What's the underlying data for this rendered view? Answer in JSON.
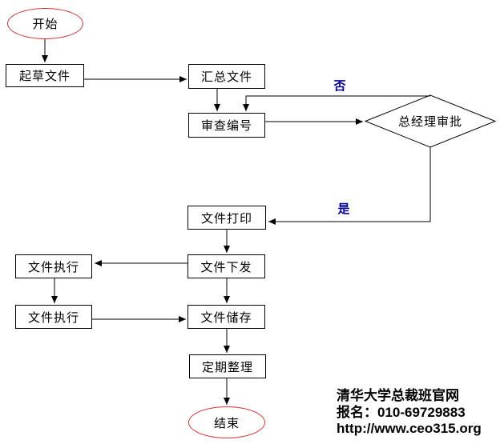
{
  "diagram": {
    "type": "flowchart",
    "language": "zh-CN"
  },
  "nodes": {
    "start": {
      "label": "开始",
      "shape": "terminal-ellipse"
    },
    "draft": {
      "label": "起草文件",
      "shape": "process-rect"
    },
    "summarize": {
      "label": "汇总文件",
      "shape": "process-rect"
    },
    "review": {
      "label": "审查编号",
      "shape": "process-rect"
    },
    "approval": {
      "label": "总经理审批",
      "shape": "decision-diamond"
    },
    "print": {
      "label": "文件打印",
      "shape": "process-rect"
    },
    "distribute": {
      "label": "文件下发",
      "shape": "process-rect"
    },
    "execute1": {
      "label": "文件执行",
      "shape": "process-rect"
    },
    "execute2": {
      "label": "文件执行",
      "shape": "process-rect"
    },
    "store": {
      "label": "文件储存",
      "shape": "process-rect"
    },
    "organize": {
      "label": "定期整理",
      "shape": "process-rect"
    },
    "end": {
      "label": "结束",
      "shape": "terminal-ellipse"
    }
  },
  "edge_labels": {
    "no": "否",
    "yes": "是"
  },
  "footer": {
    "line1": "清华大学总裁班官网",
    "line2": "报名：010-69729883",
    "line3": "http://www.ceo315.org"
  },
  "colors": {
    "terminal_stroke": "#cc3333",
    "edge_label": "#00008b",
    "line": "#000000",
    "background": "#ffffff"
  }
}
